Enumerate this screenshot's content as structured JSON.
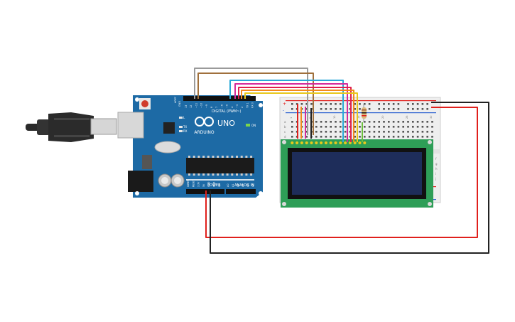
{
  "board": {
    "brand": "ARDUINO",
    "model": "UNO",
    "digital_label": "DIGITAL (PWM~)",
    "power_label": "POWER",
    "analog_label": "ANALOG IN",
    "on_label": "ON",
    "tx_label": "TX",
    "rx_label": "RX",
    "l_label": "L",
    "aref_label": "AREF",
    "gnd_label": "GND",
    "digital_pins": [
      "13",
      "12",
      "~11",
      "~10",
      "~9",
      "8",
      "7",
      "~6",
      "~5",
      "4",
      "~3",
      "2",
      "TX 1",
      "RX 0"
    ],
    "power_pins": [
      "IOREF",
      "RESET",
      "3.3V",
      "5V",
      "GND",
      "GND",
      "Vin"
    ],
    "analog_pins": [
      "A0",
      "A1",
      "A2",
      "A3",
      "A4",
      "A5"
    ]
  },
  "breadboard": {
    "row_labels_left": [
      "a",
      "b",
      "c",
      "d",
      "e"
    ],
    "row_labels_right": [
      "f",
      "g",
      "h",
      "i",
      "j"
    ],
    "column_numbers": [
      "1",
      "5",
      "10",
      "15",
      "20",
      "25",
      "30"
    ],
    "rail_plus": "+",
    "rail_minus": "-"
  },
  "colors": {
    "board_blue": "#1d6aa5",
    "lcd_pcb": "#2e9e57",
    "lcd_screen": "#1e2d5a",
    "wire_red": "#e0201c",
    "wire_black": "#222222",
    "wire_gray": "#9a9a9a",
    "wire_brown": "#a0703c",
    "wire_cyan": "#29a9d8",
    "wire_magenta": "#d42a9a",
    "wire_orange": "#f28a1c",
    "wire_yellow": "#e8c81c",
    "wire_green": "#6bbf3c"
  }
}
